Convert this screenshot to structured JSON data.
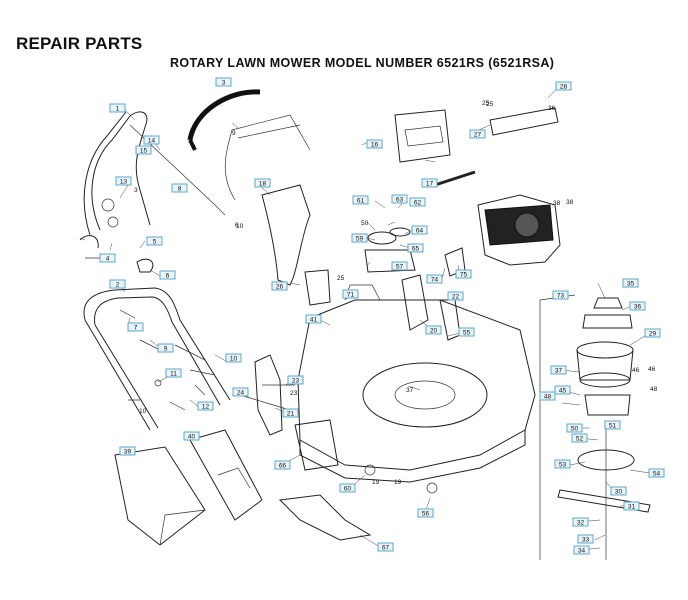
{
  "header": {
    "title": "REPAIR PARTS",
    "model": "ROTARY LAWN MOWER MODEL NUMBER 6521RS (6521RSA)"
  },
  "callouts": [
    {
      "text": "1"
    },
    {
      "text": "2"
    },
    {
      "text": "3"
    },
    {
      "text": "4"
    },
    {
      "text": "5"
    },
    {
      "text": "6"
    },
    {
      "text": "7"
    },
    {
      "text": "8"
    },
    {
      "text": "9"
    },
    {
      "text": "10"
    },
    {
      "text": "11"
    },
    {
      "text": "12"
    },
    {
      "text": "13"
    },
    {
      "text": "14"
    },
    {
      "text": "15"
    },
    {
      "text": "16"
    },
    {
      "text": "17"
    },
    {
      "text": "18"
    },
    {
      "text": "19"
    },
    {
      "text": "20"
    },
    {
      "text": "21"
    },
    {
      "text": "22"
    },
    {
      "text": "23"
    },
    {
      "text": "24"
    },
    {
      "text": "25"
    },
    {
      "text": "26"
    },
    {
      "text": "27"
    },
    {
      "text": "28"
    },
    {
      "text": "29"
    },
    {
      "text": "30"
    },
    {
      "text": "31"
    },
    {
      "text": "32"
    },
    {
      "text": "33"
    },
    {
      "text": "34"
    },
    {
      "text": "35"
    },
    {
      "text": "36"
    },
    {
      "text": "37"
    },
    {
      "text": "38"
    },
    {
      "text": "39"
    },
    {
      "text": "40"
    },
    {
      "text": "41"
    },
    {
      "text": "45"
    },
    {
      "text": "46"
    },
    {
      "text": "48"
    },
    {
      "text": "50"
    },
    {
      "text": "51"
    },
    {
      "text": "52"
    },
    {
      "text": "53"
    },
    {
      "text": "54"
    },
    {
      "text": "55"
    },
    {
      "text": "56"
    },
    {
      "text": "57"
    },
    {
      "text": "59"
    },
    {
      "text": "60"
    },
    {
      "text": "61"
    },
    {
      "text": "62"
    },
    {
      "text": "63"
    },
    {
      "text": "64"
    },
    {
      "text": "65"
    },
    {
      "text": "66"
    },
    {
      "text": "67"
    },
    {
      "text": "71"
    },
    {
      "text": "73"
    },
    {
      "text": "74"
    },
    {
      "text": "75"
    },
    {
      "text": "6"
    },
    {
      "text": "9"
    },
    {
      "text": "10"
    },
    {
      "text": "3"
    },
    {
      "text": "25"
    },
    {
      "text": "36"
    },
    {
      "text": "38"
    },
    {
      "text": "50"
    },
    {
      "text": "23"
    },
    {
      "text": "19"
    },
    {
      "text": "48"
    },
    {
      "text": "46"
    },
    {
      "text": "37"
    },
    {
      "text": "10"
    },
    {
      "text": "25"
    }
  ]
}
